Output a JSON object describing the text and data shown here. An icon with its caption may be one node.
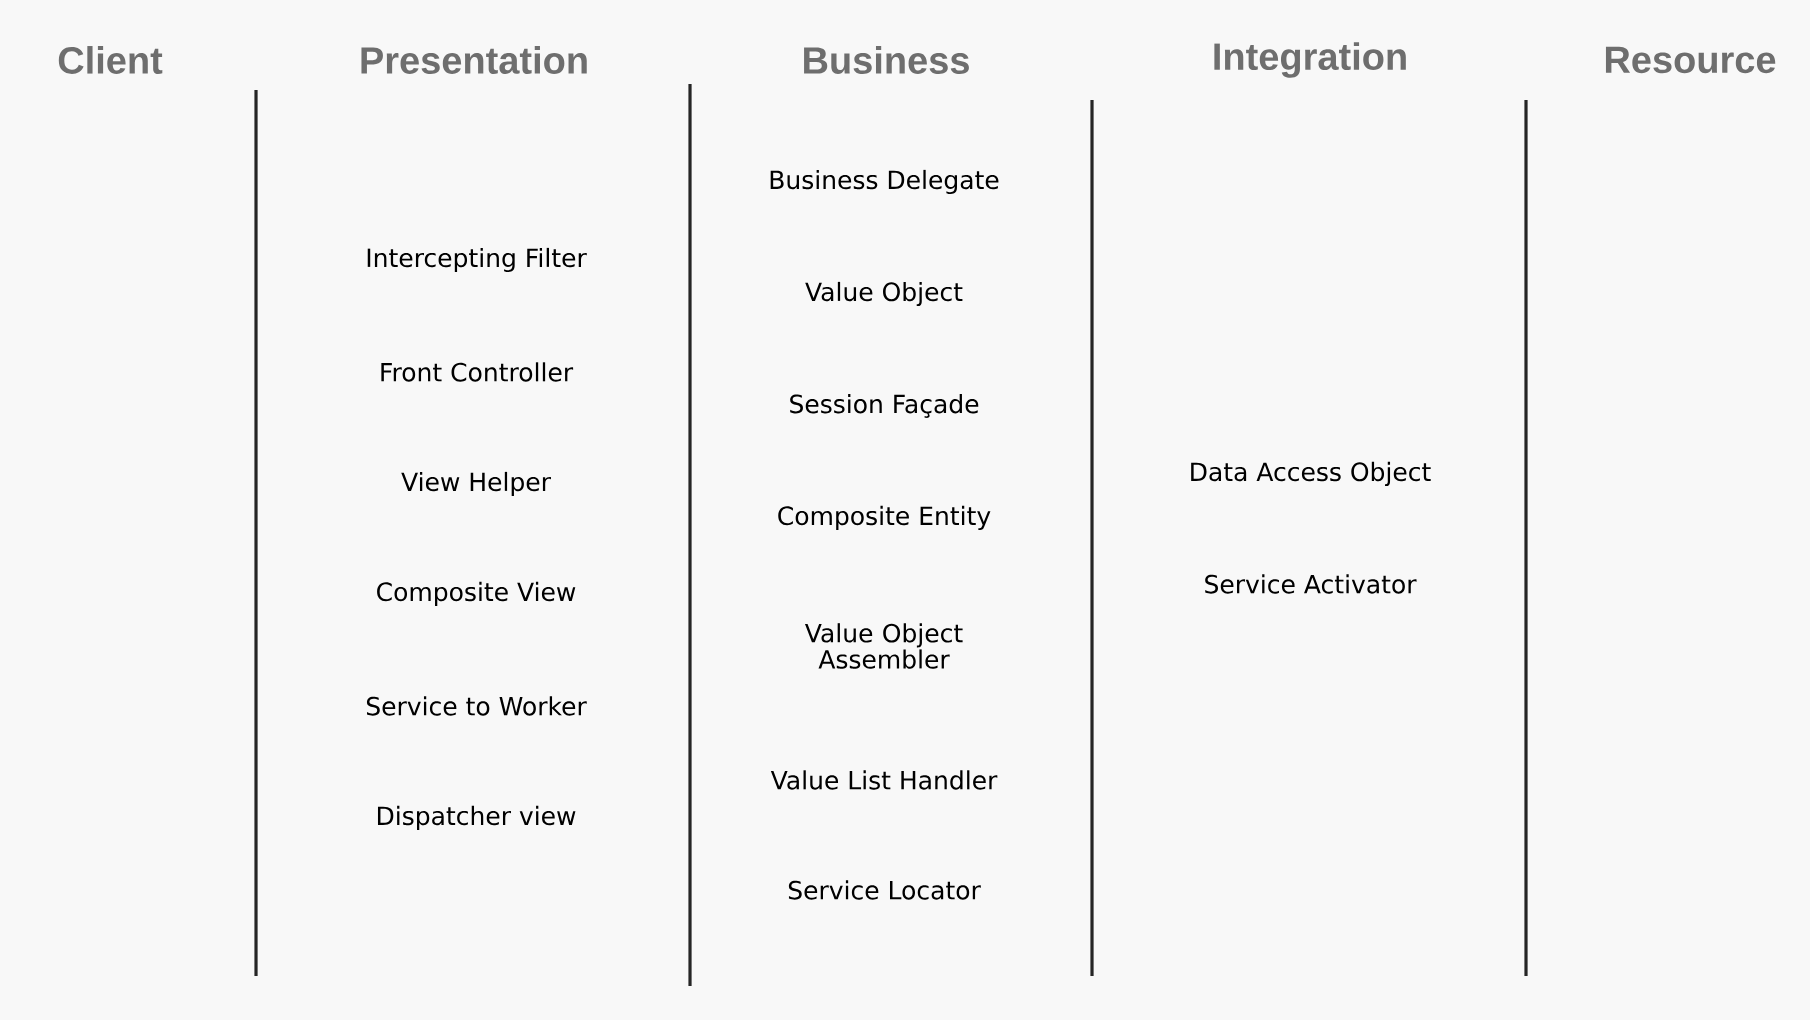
{
  "diagram": {
    "labels": [
      "Client",
      "Presentation",
      "Business",
      "Integration",
      "Resource",
      "Intercepting Filter",
      "Front Controller",
      "View Helper",
      "Composite View",
      "Service to Worker",
      "Dispatcher view",
      "Business Delegate",
      "Value Object",
      "Session Façade",
      "Composite Entity",
      "Value Object Assembler",
      "Value List Handler",
      "Service Locator",
      "Data Access Object",
      "Service Activator"
    ]
  }
}
